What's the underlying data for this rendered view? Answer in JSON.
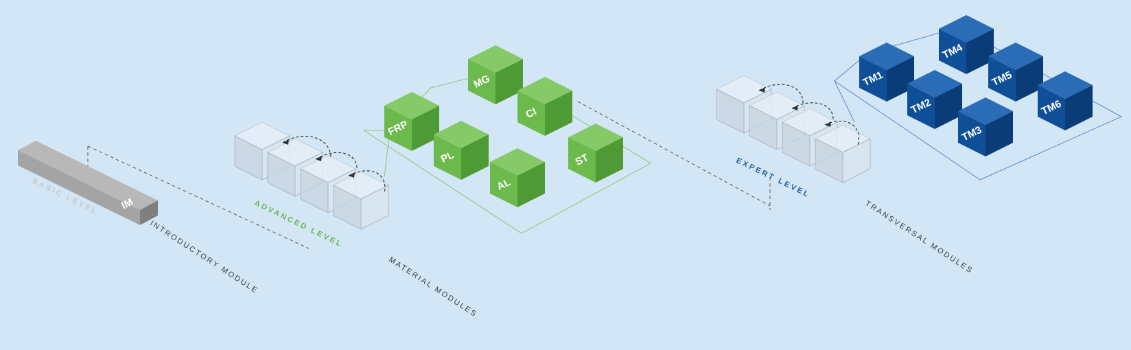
{
  "diagram": {
    "basic": {
      "level_label": "BASIC LEVEL",
      "module_code": "IM",
      "module_group_label": "INTRODUCTORY MODULE"
    },
    "advanced": {
      "level_label": "ADVANCED LEVEL",
      "module_group_label": "MATERIAL MODULES",
      "modules": [
        "FRP",
        "MG",
        "PL",
        "CI",
        "AL",
        "ST"
      ]
    },
    "expert": {
      "level_label": "EXPERT LEVEL",
      "module_group_label": "TRANSVERSAL MODULES",
      "modules": [
        "TM1",
        "TM4",
        "TM2",
        "TM5",
        "TM3",
        "TM6"
      ]
    },
    "colors": {
      "background": "#d3e6f6",
      "basic_gray": "#a4a4a4",
      "advanced_green": "#6cb94c",
      "advanced_label_green": "#6ab44a",
      "expert_blue": "#0f4f97",
      "expert_label_blue": "#1d5ea8"
    }
  }
}
